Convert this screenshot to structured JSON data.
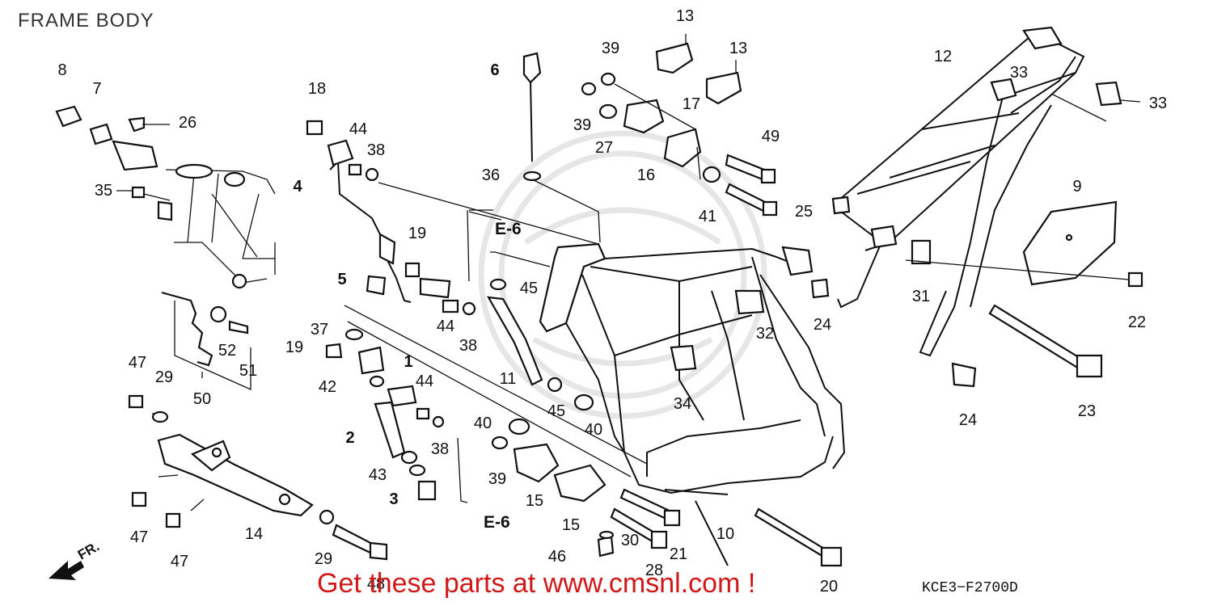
{
  "title": "FRAME BODY",
  "callouts": [
    {
      "id": "c8",
      "text": "8"
    },
    {
      "id": "c7",
      "text": "7"
    },
    {
      "id": "c26",
      "text": "26"
    },
    {
      "id": "c35",
      "text": "35"
    },
    {
      "id": "c18",
      "text": "18"
    },
    {
      "id": "c44a",
      "text": "44"
    },
    {
      "id": "c38a",
      "text": "38"
    },
    {
      "id": "c4",
      "text": "4"
    },
    {
      "id": "c19a",
      "text": "19"
    },
    {
      "id": "c5",
      "text": "5"
    },
    {
      "id": "c44b",
      "text": "44"
    },
    {
      "id": "c38b",
      "text": "38"
    },
    {
      "id": "c37",
      "text": "37"
    },
    {
      "id": "c19b",
      "text": "19"
    },
    {
      "id": "c1",
      "text": "1"
    },
    {
      "id": "c42",
      "text": "42"
    },
    {
      "id": "c44c",
      "text": "44"
    },
    {
      "id": "c38c",
      "text": "38"
    },
    {
      "id": "c2",
      "text": "2"
    },
    {
      "id": "c43",
      "text": "43"
    },
    {
      "id": "c3",
      "text": "3"
    },
    {
      "id": "c50",
      "text": "50"
    },
    {
      "id": "c52",
      "text": "52"
    },
    {
      "id": "c51",
      "text": "51"
    },
    {
      "id": "c47a",
      "text": "47"
    },
    {
      "id": "c29a",
      "text": "29"
    },
    {
      "id": "c47b",
      "text": "47"
    },
    {
      "id": "c47c",
      "text": "47"
    },
    {
      "id": "c14",
      "text": "14"
    },
    {
      "id": "c29b",
      "text": "29"
    },
    {
      "id": "c48",
      "text": "48"
    },
    {
      "id": "c6",
      "text": "6"
    },
    {
      "id": "c36",
      "text": "36"
    },
    {
      "id": "c11",
      "text": "11"
    },
    {
      "id": "c45a",
      "text": "45"
    },
    {
      "id": "c45b",
      "text": "45"
    },
    {
      "id": "c40a",
      "text": "40"
    },
    {
      "id": "c40b",
      "text": "40"
    },
    {
      "id": "c39a",
      "text": "39"
    },
    {
      "id": "c15a",
      "text": "15"
    },
    {
      "id": "c15b",
      "text": "15"
    },
    {
      "id": "c46",
      "text": "46"
    },
    {
      "id": "c30",
      "text": "30"
    },
    {
      "id": "c28",
      "text": "28"
    },
    {
      "id": "c21",
      "text": "21"
    },
    {
      "id": "c10",
      "text": "10"
    },
    {
      "id": "c20",
      "text": "20"
    },
    {
      "id": "c13a",
      "text": "13"
    },
    {
      "id": "c13b",
      "text": "13"
    },
    {
      "id": "c39b",
      "text": "39"
    },
    {
      "id": "c39c",
      "text": "39"
    },
    {
      "id": "c27",
      "text": "27"
    },
    {
      "id": "c17",
      "text": "17"
    },
    {
      "id": "c16",
      "text": "16"
    },
    {
      "id": "c49",
      "text": "49"
    },
    {
      "id": "c41",
      "text": "41"
    },
    {
      "id": "c25",
      "text": "25"
    },
    {
      "id": "c32",
      "text": "32"
    },
    {
      "id": "c34",
      "text": "34"
    },
    {
      "id": "c24a",
      "text": "24"
    },
    {
      "id": "c12",
      "text": "12"
    },
    {
      "id": "c33a",
      "text": "33"
    },
    {
      "id": "c33b",
      "text": "33"
    },
    {
      "id": "c9",
      "text": "9"
    },
    {
      "id": "c31",
      "text": "31"
    },
    {
      "id": "c22",
      "text": "22"
    },
    {
      "id": "c23",
      "text": "23"
    },
    {
      "id": "c24b",
      "text": "24"
    }
  ],
  "references": {
    "e6_top": "E-6",
    "e6_bottom": "E-6"
  },
  "direction_label": "FR.",
  "promo_text": "Get these parts at www.cmsnl.com !",
  "diagram_code": "KCE3−F2700D"
}
